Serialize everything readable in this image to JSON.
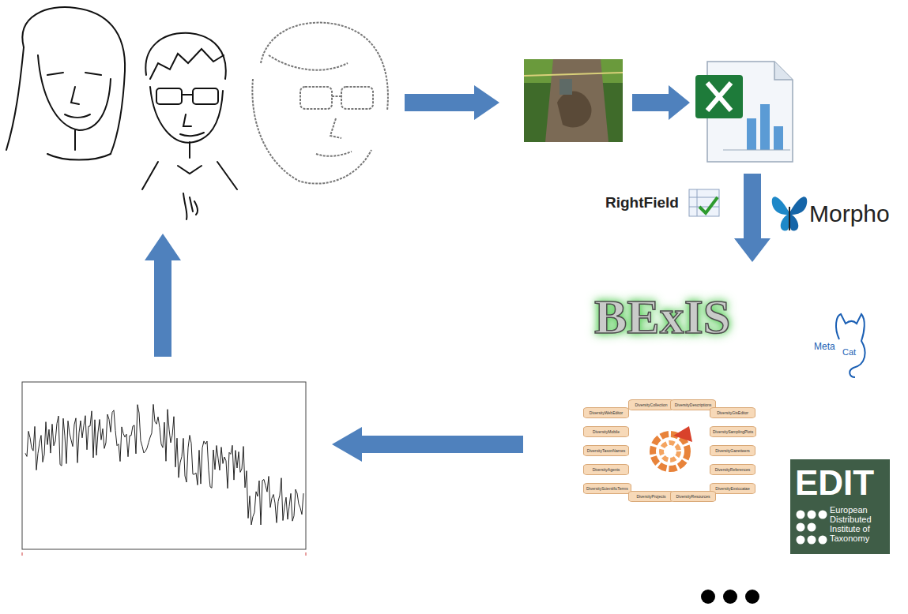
{
  "diagram": {
    "nodes": [
      {
        "text": [
          "EDIT",
          "European Distributed Institute of Taxonomy"
        ]
      }
    ],
    "labels": [
      "RightField",
      "Morpho",
      "BExIS",
      "Meta",
      "Cat",
      "DiversityWebEditor",
      "DiversityMobile",
      "DiversityTaxonNames",
      "DiversityAgents",
      "DiversityScientificTerms",
      "DiversityCollection",
      "DiversityDescriptions",
      "DiversityGisEditor",
      "DiversitySamplingPlots",
      "DiversityGazetteers",
      "DiversityReferences",
      "DiversityExsiccatae",
      "DiversityProjects",
      "DiversityResources"
    ]
  }
}
